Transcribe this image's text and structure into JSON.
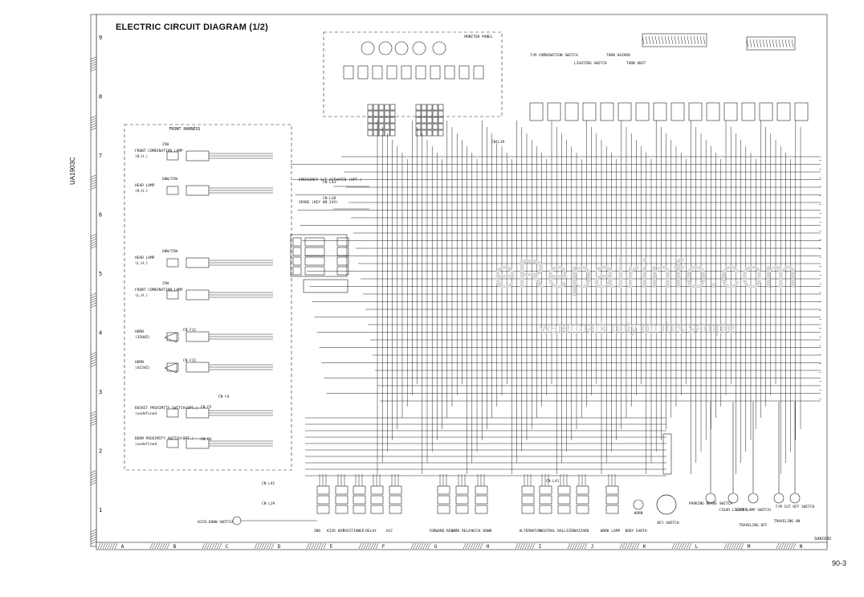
{
  "title": "ELECTRIC CIRCUIT DIAGRAM  (1/2)",
  "doc_number": "UA1903C",
  "page_number": "90-3",
  "drawing_number": "SAK0282",
  "watermark": {
    "main": "eRepairinfo.com",
    "sub": "watermark only on this sample"
  },
  "row_labels": [
    "9",
    "8",
    "7",
    "6",
    "5",
    "4",
    "3",
    "2",
    "1"
  ],
  "column_labels": [
    "A",
    "B",
    "C",
    "D",
    "E",
    "F",
    "G",
    "H",
    "I",
    "J",
    "K",
    "L",
    "M",
    "N"
  ],
  "harness": {
    "front": "FRONT HARNESS",
    "monitor": "MONITOR PANEL"
  },
  "left_components": [
    {
      "id": "front-combo-r",
      "label": "FRONT COMBINATION LAMP (R.H.)",
      "watt": "25W"
    },
    {
      "id": "head-lamp-r",
      "label": "HEAD LAMP (R.H.)",
      "watt": "60W/55W"
    },
    {
      "id": "head-lamp-l",
      "label": "HEAD LAMP (L.H.)",
      "watt": "60W/55W"
    },
    {
      "id": "front-combo-l",
      "label": "FRONT COMBINATION LAMP (L.H.)",
      "watt": "25W"
    },
    {
      "id": "horn-350",
      "label": "HORN (350HZ)"
    },
    {
      "id": "horn-415",
      "label": "HORN (415HZ)"
    },
    {
      "id": "bucket-prox",
      "label": "BUCKET PROXIMITY SWITCH(OPT.)"
    },
    {
      "id": "boom-prox",
      "label": "BOOM PROXIMITY SWITCH(OPT.)"
    }
  ],
  "top_components": [
    {
      "id": "tm-combo",
      "label": "T/M COMBINATION SWITCH"
    },
    {
      "id": "lighting",
      "label": "LIGHTING SWITCH"
    },
    {
      "id": "turn-hazard",
      "label": "TURN HAZARD"
    },
    {
      "id": "turn-unit",
      "label": "TURN UNIT"
    }
  ],
  "mid_labels": [
    {
      "id": "emergency",
      "label": "EMERGENCY S/T ACTUATED (OPT.)"
    },
    {
      "id": "spare",
      "label": "SPARE (KEY ON 24V)"
    }
  ],
  "bottom_relays": [
    {
      "label": "KICK-DOWN SWITCH"
    },
    {
      "label": "IND"
    },
    {
      "label": "KICK OUT"
    },
    {
      "label": "POSITIONER"
    },
    {
      "label": "RELAY"
    },
    {
      "label": "ACC"
    },
    {
      "label": "FORWARD RELAY"
    },
    {
      "label": "BACK RELAY"
    },
    {
      "label": "KICK DOWN"
    },
    {
      "label": "ALTERNATOR"
    },
    {
      "label": "NEUTRAL"
    },
    {
      "label": "RALLIZER"
    },
    {
      "label": "HAZZARD"
    },
    {
      "label": "WORK LAMP"
    },
    {
      "label": "HORN"
    },
    {
      "label": "BODY EARTH"
    }
  ],
  "bottom_right": [
    {
      "label": "KEY SWITCH"
    },
    {
      "label": "PARKING BRAKE SWITCH"
    },
    {
      "label": "CIGAR LIGHTER"
    },
    {
      "label": "STOP LAMP SWITCH"
    },
    {
      "label": "T/M CUT OFF SWITCH"
    },
    {
      "label": "TRAVELING OFF"
    },
    {
      "label": "TRAVELING ON"
    }
  ],
  "connectors": [
    "CN L42",
    "CN L29",
    "CN F11",
    "CN F12",
    "CN F4",
    "CN F5",
    "CN F6",
    "CN L43",
    "CN L38",
    "CN L39",
    "CN L41"
  ]
}
